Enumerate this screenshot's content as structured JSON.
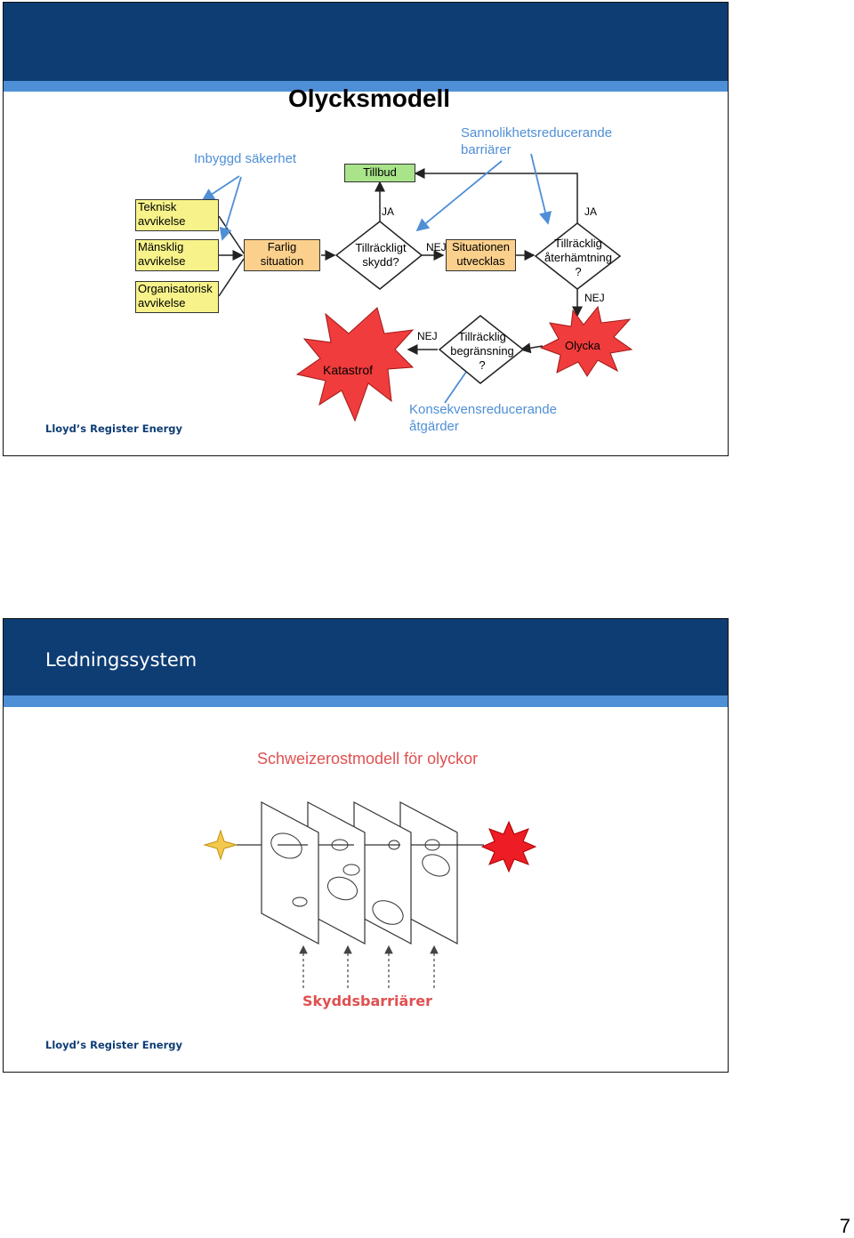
{
  "slide1": {
    "title": "Olycksmodell",
    "footer": "Lloyd’s Register Energy",
    "labels": {
      "inbyggd": "Inbyggd säkerhet",
      "sannolikhet_1": "Sannolikhetsreducerande",
      "sannolikhet_2": "barriärer",
      "konsekvens_1": "Konsekvensreducerande",
      "konsekvens_2": "åtgärder"
    },
    "boxes": {
      "tillbud": "Tillbud",
      "teknisk_1": "Teknisk",
      "teknisk_2": "avvikelse",
      "mansklig_1": "Mänsklig",
      "mansklig_2": "avvikelse",
      "org_1": "Organisatorisk",
      "org_2": "avvikelse",
      "farlig_1": "Farlig",
      "farlig_2": "situation",
      "situationen_1": "Situationen",
      "situationen_2": "utvecklas"
    },
    "diamonds": {
      "skydd_1": "Tillräckligt",
      "skydd_2": "skydd?",
      "aterhamtning_1": "Tillräcklig",
      "aterhamtning_2": "återhämtning",
      "aterhamtning_3": "?",
      "begransning_1": "Tillräcklig",
      "begransning_2": "begränsning",
      "begransning_3": "?"
    },
    "arrows": {
      "ja_1": "JA",
      "ja_2": "JA",
      "nej_1": "NEJ",
      "nej_2": "NEJ",
      "nej_3": "NEJ"
    },
    "bursts": {
      "katastrof": "Katastrof",
      "olycka": "Olycka"
    },
    "colors": {
      "header": "#0e3d74",
      "stripe": "#4f8fd6",
      "yellow": "#f7f38a",
      "orange": "#fbd08c",
      "green": "#a9e48a",
      "burst": "#f03c3c"
    }
  },
  "slide2": {
    "title": "Ledningssystem",
    "figure_title": "Schweizerostmodell  för olyckor",
    "barrier_label": "Skyddsbarriärer",
    "footer": "Lloyd’s Register Energy"
  },
  "page_number": "7"
}
